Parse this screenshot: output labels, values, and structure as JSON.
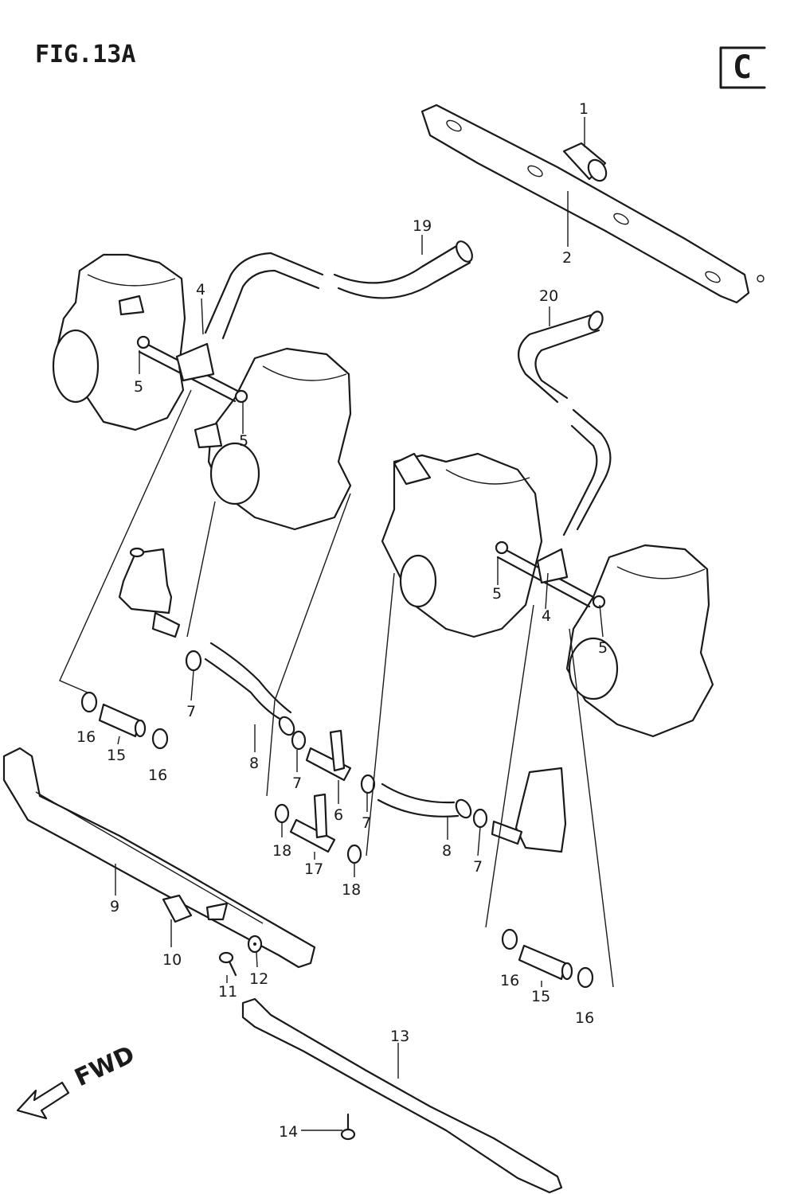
{
  "figure": {
    "title": "FIG.13A",
    "corner_tag": "C",
    "direction_label": "FWD"
  },
  "callouts": [
    "1",
    "2",
    "4",
    "5",
    "5",
    "5",
    "4",
    "5",
    "6",
    "7",
    "7",
    "7",
    "7",
    "8",
    "8",
    "9",
    "10",
    "11",
    "12",
    "13",
    "14",
    "15",
    "15",
    "16",
    "16",
    "16",
    "16",
    "17",
    "18",
    "18",
    "19",
    "20"
  ]
}
